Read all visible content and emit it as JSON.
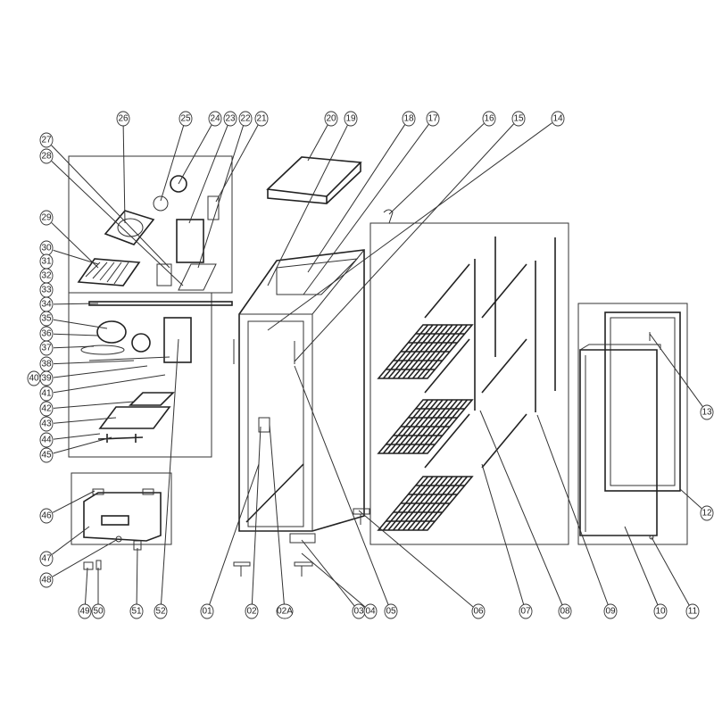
{
  "diagram": {
    "type": "exploded-parts-diagram",
    "part_labels": {
      "top": [
        "26",
        "25",
        "24",
        "23",
        "22",
        "21",
        "20",
        "19",
        "18",
        "17",
        "16",
        "15",
        "14"
      ],
      "left": [
        "27",
        "28",
        "29",
        "30",
        "31",
        "32",
        "33",
        "34",
        "35",
        "36",
        "37",
        "38",
        "40",
        "39",
        "41",
        "42",
        "43",
        "44",
        "45",
        "46",
        "47",
        "48",
        "49",
        "50",
        "51",
        "52"
      ],
      "bottom": [
        "01",
        "02",
        "02A",
        "03",
        "04",
        "05",
        "06",
        "07",
        "08",
        "09",
        "10",
        "11"
      ],
      "right": [
        "13",
        "12"
      ]
    }
  }
}
